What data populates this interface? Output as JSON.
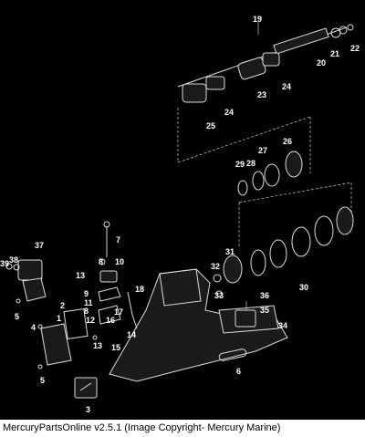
{
  "diagram": {
    "callouts": [
      "19",
      "22",
      "21",
      "20",
      "23",
      "24",
      "25",
      "24",
      "26",
      "27",
      "28",
      "29",
      "7",
      "37",
      "39",
      "38",
      "8",
      "10",
      "13",
      "31",
      "32",
      "33",
      "36",
      "35",
      "34",
      "30",
      "9",
      "11",
      "8",
      "12",
      "16",
      "17",
      "18",
      "2",
      "1",
      "5",
      "4",
      "13",
      "15",
      "14",
      "5",
      "6",
      "3"
    ]
  },
  "footer": {
    "caption": "MercuryPartsOnline v2.5.1 (Image Copyright- Mercury Marine)"
  }
}
